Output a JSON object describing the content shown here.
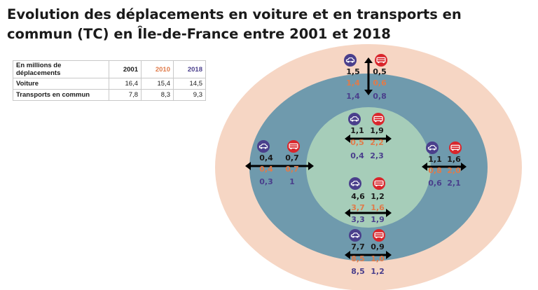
{
  "title": "Evolution des déplacements en voiture et en transports en commun (TC) en Île-de-France entre 2001 et 2018",
  "colors": {
    "outer_ring": "#f6d6c4",
    "middle_ring": "#6f9aad",
    "inner_core": "#a6cdb9",
    "car_badge": "#4a3f8c",
    "bus_badge": "#d9262c",
    "year_2001": "#1a1a1a",
    "year_2010": "#e07b4a",
    "year_2018": "#4a3f8c"
  },
  "table": {
    "header": [
      "En millions de déplacements",
      "2001",
      "2010",
      "2018"
    ],
    "rows": [
      {
        "label": "Voiture",
        "values": [
          "16,4",
          "15,4",
          "14,5"
        ]
      },
      {
        "label": "Transports en commun",
        "values": [
          "7,8",
          "8,3",
          "9,3"
        ]
      }
    ]
  },
  "flows": [
    {
      "id": "radial-paris-petite-couronne",
      "arrow": "vertical",
      "car": [
        "1,5",
        "1,4",
        "1,4"
      ],
      "tc": [
        "0,5",
        "0,6",
        "0,8"
      ]
    },
    {
      "id": "internal-paris",
      "arrow": "horizontal",
      "car": [
        "1,1",
        "0,5",
        "0,4"
      ],
      "tc": [
        "1,9",
        "2,2",
        "2,3"
      ]
    },
    {
      "id": "internal-petite-couronne",
      "arrow": "horizontal",
      "car": [
        "4,6",
        "3,7",
        "3,3"
      ],
      "tc": [
        "1,2",
        "1,6",
        "1,9"
      ]
    },
    {
      "id": "internal-grande-couronne",
      "arrow": "horizontal",
      "car": [
        "7,7",
        "8,5",
        "8,5"
      ],
      "tc": [
        "0,9",
        "1,0",
        "1,2"
      ]
    },
    {
      "id": "left-exchange",
      "arrow": "horizontal",
      "car": [
        "0,4",
        "0,4",
        "0,3"
      ],
      "tc": [
        "0,7",
        "0,7",
        "1"
      ]
    },
    {
      "id": "right-exchange",
      "arrow": "horizontal",
      "car": [
        "1,1",
        "0,8",
        "0,6"
      ],
      "tc": [
        "1,6",
        "2,0",
        "2,1"
      ]
    }
  ]
}
